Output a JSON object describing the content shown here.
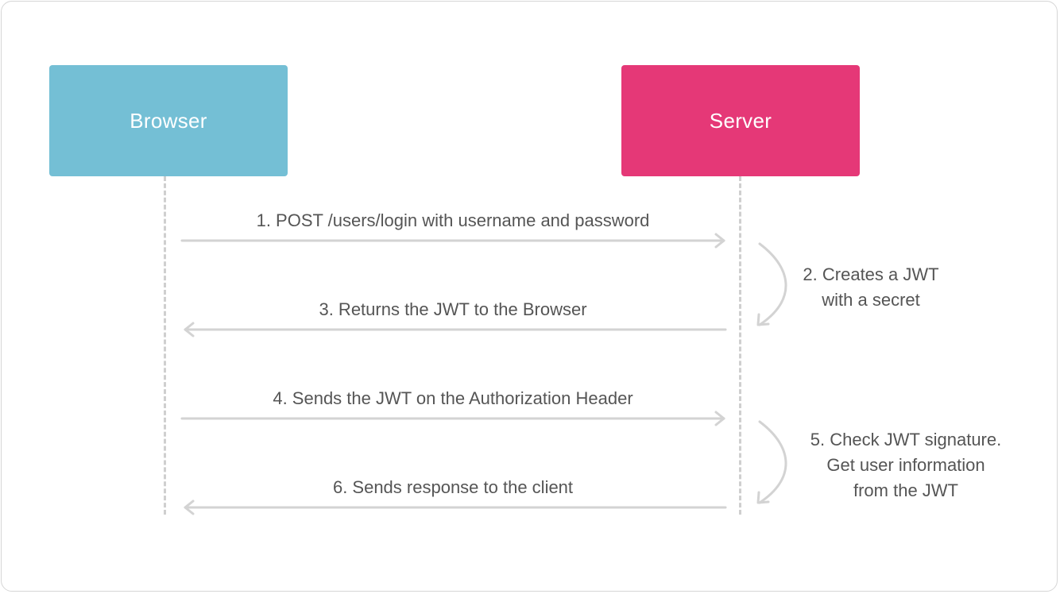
{
  "actors": {
    "browser": {
      "label": "Browser",
      "color": "#74bfd5"
    },
    "server": {
      "label": "Server",
      "color": "#e53877"
    }
  },
  "messages": [
    {
      "step": 1,
      "text": "1. POST /users/login with username and password",
      "direction": "browser-to-server"
    },
    {
      "step": 3,
      "text": "3. Returns the JWT to the Browser",
      "direction": "server-to-browser"
    },
    {
      "step": 4,
      "text": "4. Sends the JWT on the Authorization Header",
      "direction": "browser-to-server"
    },
    {
      "step": 6,
      "text": "6. Sends response to the client",
      "direction": "server-to-browser"
    }
  ],
  "self_notes": [
    {
      "step": 2,
      "lines": [
        "2. Creates a JWT",
        "with a secret"
      ]
    },
    {
      "step": 5,
      "lines": [
        "5. Check JWT signature.",
        "Get user information",
        "from the JWT"
      ]
    }
  ],
  "colors": {
    "arrow": "#d3d3d3",
    "text": "#555555",
    "lifeline": "#cfcfcf"
  }
}
